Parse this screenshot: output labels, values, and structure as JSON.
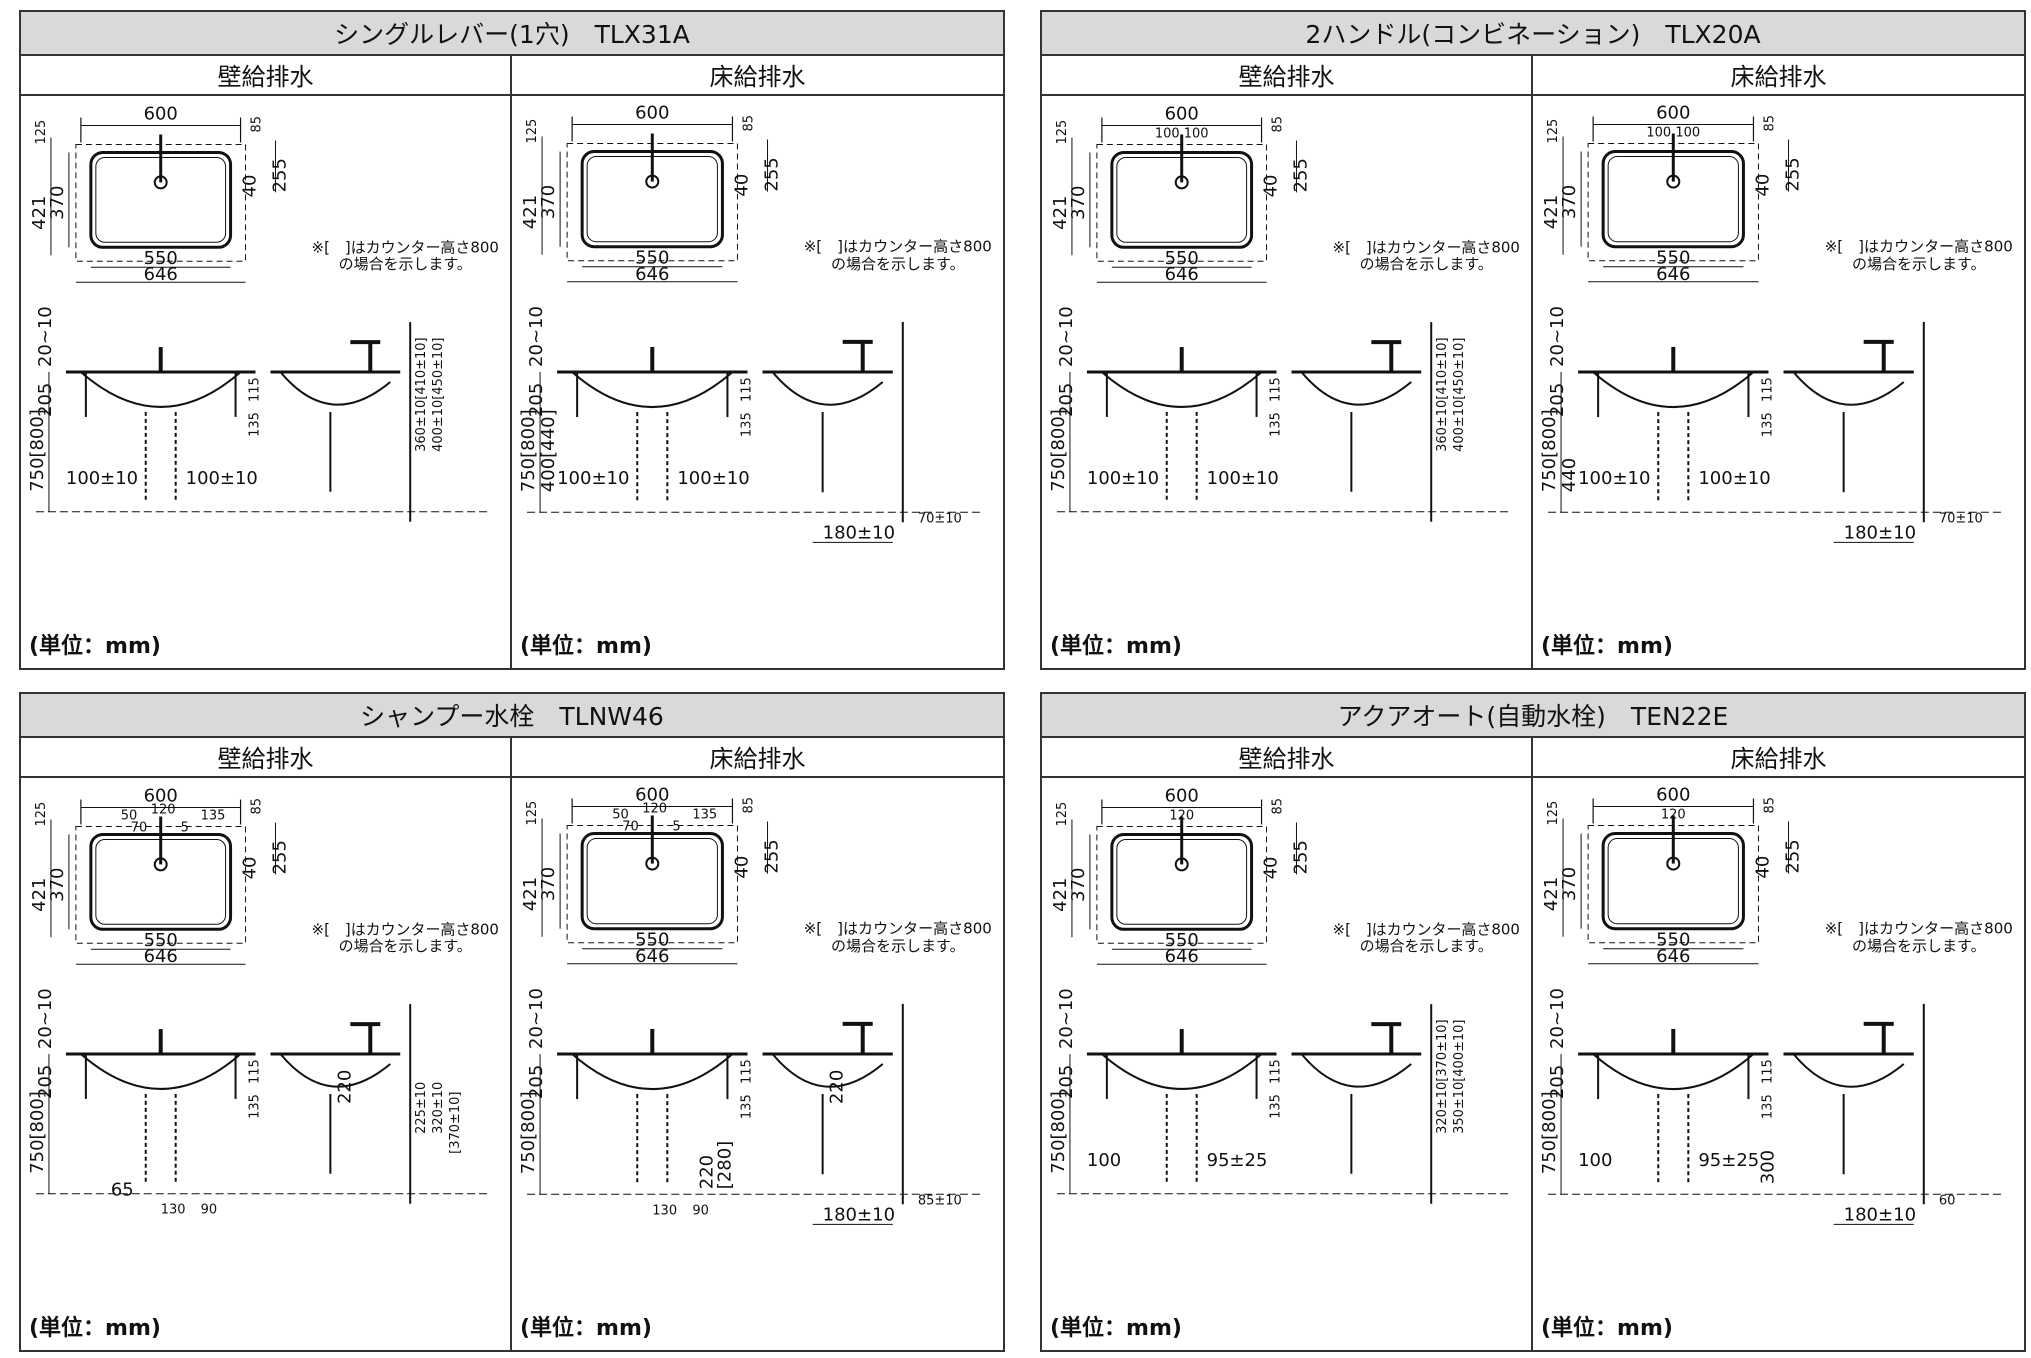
{
  "panels": [
    {
      "title": "シングルレバー(1穴)　TLX31A",
      "sub": [
        {
          "label": "壁給排水",
          "unit": "(単位：mm)",
          "dims": {
            "top": "600",
            "d85": "85",
            "d125": "125",
            "d255": "255",
            "d421": "421",
            "d370": "370",
            "d40": "40",
            "d550": "550",
            "d646": "646",
            "d20": "20~10",
            "d205": "205",
            "d115": "115",
            "d135": "135",
            "d750": "750[800]",
            "bl": "100±10",
            "br": "100±10",
            "v1": "360±10[410±10]",
            "v2": "400±10[450±10]"
          },
          "note1": "※[　]はカウンター高さ800",
          "note2": "の場合を示します。"
        },
        {
          "label": "床給排水",
          "unit": "(単位：mm)",
          "dims": {
            "top": "600",
            "d85": "85",
            "d125": "125",
            "d255": "255",
            "d421": "421",
            "d370": "370",
            "d40": "40",
            "d550": "550",
            "d646": "646",
            "d20": "20~10",
            "d205": "205",
            "d115": "115",
            "d135": "135",
            "d750": "750[800]",
            "d400": "400[440]",
            "bl": "100±10",
            "br": "100±10",
            "f1": "180±10",
            "f2": "70±10"
          },
          "note1": "※[　]はカウンター高さ800",
          "note2": "の場合を示します。"
        }
      ]
    },
    {
      "title": "2ハンドル(コンビネーション)　TLX20A",
      "sub": [
        {
          "label": "壁給排水",
          "unit": "(単位：mm)",
          "dims": {
            "top": "600",
            "h100": "100 100",
            "d85": "85",
            "d125": "125",
            "d255": "255",
            "d421": "421",
            "d370": "370",
            "d40": "40",
            "d550": "550",
            "d646": "646",
            "d20": "20~10",
            "d205": "205",
            "d115": "115",
            "d135": "135",
            "d750": "750[800]",
            "bl": "100±10",
            "br": "100±10",
            "v1": "360±10[410±10]",
            "v2": "400±10[450±10]"
          },
          "note1": "※[　]はカウンター高さ800",
          "note2": "の場合を示します。"
        },
        {
          "label": "床給排水",
          "unit": "(単位：mm)",
          "dims": {
            "top": "600",
            "h100": "100 100",
            "d85": "85",
            "d125": "125",
            "d255": "255",
            "d421": "421",
            "d370": "370",
            "d40": "40",
            "d550": "550",
            "d646": "646",
            "d20": "20~10",
            "d205": "205",
            "d115": "115",
            "d135": "135",
            "d750": "750[800]",
            "d400": "440",
            "bl": "100±10",
            "br": "100±10",
            "f1": "180±10",
            "f2": "70±10"
          },
          "note1": "※[　]はカウンター高さ800",
          "note2": "の場合を示します。"
        }
      ]
    },
    {
      "title": "シャンプー水栓　TLNW46",
      "sub": [
        {
          "label": "壁給排水",
          "unit": "(単位：mm)",
          "dims": {
            "top": "600",
            "s50": "50",
            "s120": "120",
            "s135": "135",
            "s70": "70",
            "s5": "5",
            "d85": "85",
            "d125": "125",
            "d255": "255",
            "d421": "421",
            "d370": "370",
            "d40": "40",
            "d550": "550",
            "d646": "646",
            "d20": "20~10",
            "d205": "205",
            "d115": "115",
            "d135": "135",
            "d220": "220",
            "d750": "750[800]",
            "b65": "65",
            "b130": "130",
            "b90": "90",
            "v1": "225±10",
            "v2": "320±10",
            "v3": "[370±10]"
          },
          "note1": "※[　]はカウンター高さ800",
          "note2": "の場合を示します。"
        },
        {
          "label": "床給排水",
          "unit": "(単位：mm)",
          "dims": {
            "top": "600",
            "s50": "50",
            "s120": "120",
            "s135": "135",
            "s70": "70",
            "s5": "5",
            "d85": "85",
            "d125": "125",
            "d255": "255",
            "d421": "421",
            "d370": "370",
            "d40": "40",
            "d550": "550",
            "d646": "646",
            "d20": "20~10",
            "d205": "205",
            "d115": "115",
            "d135": "135",
            "d220": "220",
            "d750": "750[800]",
            "b130": "130",
            "b90": "90",
            "f220": "220",
            "f280": "[280]",
            "f1": "180±10",
            "f2": "85±10"
          },
          "note1": "※[　]はカウンター高さ800",
          "note2": "の場合を示します。"
        }
      ]
    },
    {
      "title": "アクアオート(自動水栓)　TEN22E",
      "sub": [
        {
          "label": "壁給排水",
          "unit": "(単位：mm)",
          "dims": {
            "top": "600",
            "h120": "120",
            "d85": "85",
            "d125": "125",
            "d255": "255",
            "d421": "421",
            "d370": "370",
            "d40": "40",
            "d550": "550",
            "d646": "646",
            "d20": "20~10",
            "d205": "205",
            "d115": "115",
            "d135": "135",
            "d750": "750[800]",
            "bl": "100",
            "br": "95±25",
            "v1": "320±10[370±10]",
            "v2": "350±10[400±10]"
          },
          "note1": "※[　]はカウンター高さ800",
          "note2": "の場合を示します。"
        },
        {
          "label": "床給排水",
          "unit": "(単位：mm)",
          "dims": {
            "top": "600",
            "h120": "120",
            "d85": "85",
            "d125": "125",
            "d255": "255",
            "d421": "421",
            "d370": "370",
            "d40": "40",
            "d550": "550",
            "d646": "646",
            "d20": "20~10",
            "d205": "205",
            "d115": "115",
            "d135": "135",
            "d750": "750[800]",
            "d300": "300",
            "bl": "100",
            "br": "95±25",
            "f1": "180±10",
            "f2": "60"
          },
          "note1": "※[　]はカウンター高さ800",
          "note2": "の場合を示します。"
        }
      ]
    }
  ]
}
